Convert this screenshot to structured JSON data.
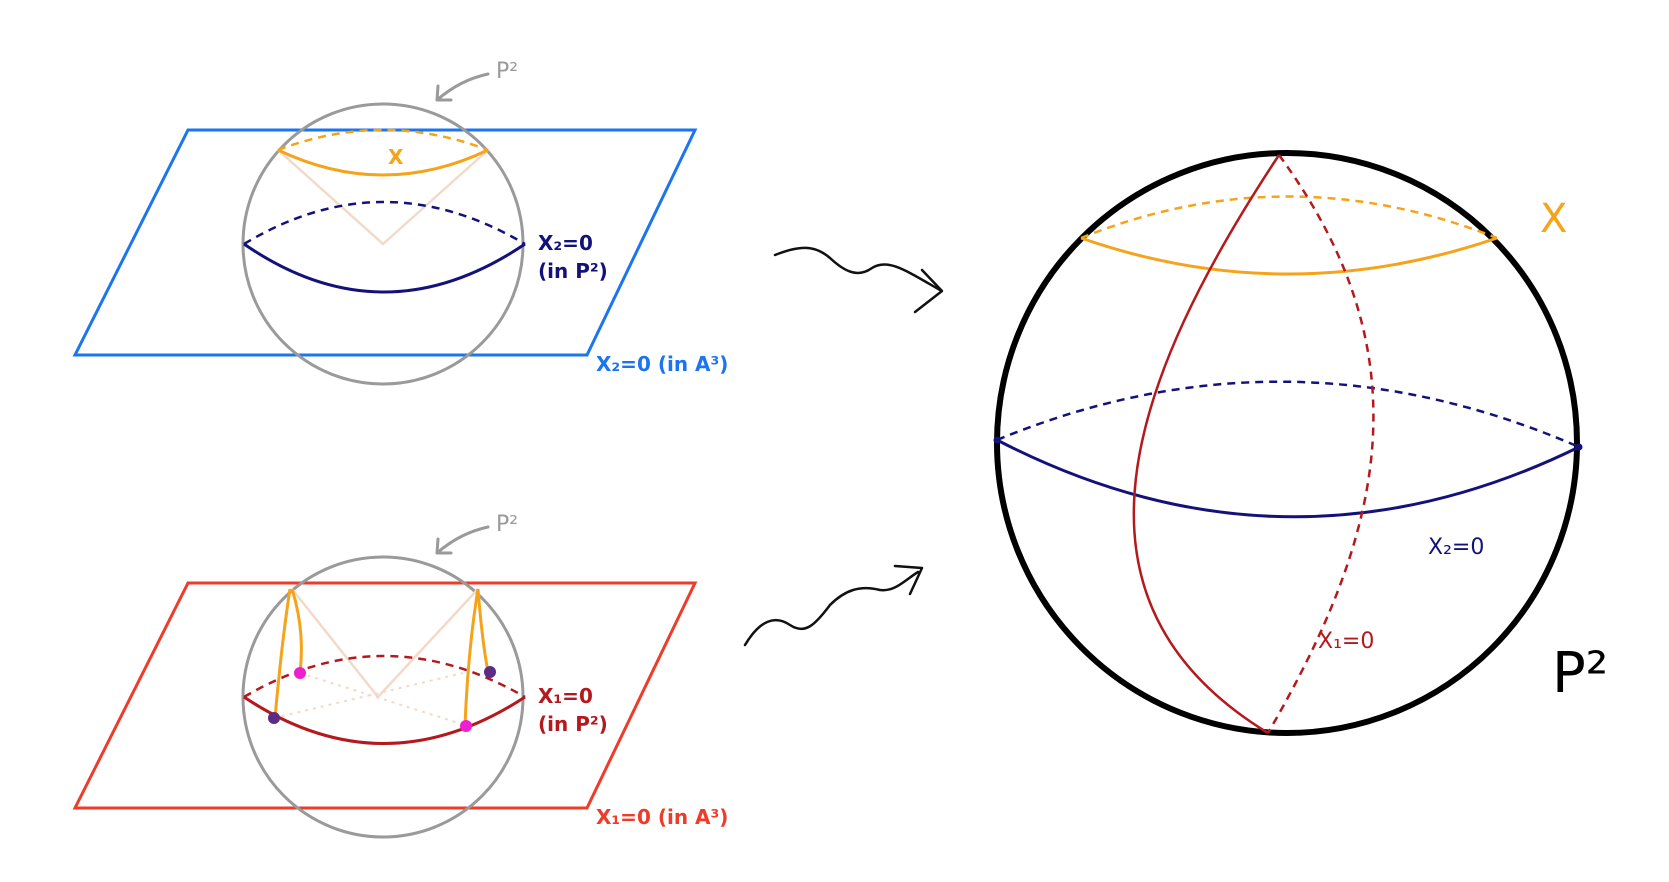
{
  "colors": {
    "plane_x2": "#1b74f0",
    "plane_x1": "#ee3b2a",
    "sphere_small": "#9a9a9a",
    "sphere_big": "#000000",
    "conic_x": "#f5a31a",
    "line_x2": "#14127a",
    "line_x1": "#b3191d",
    "cone": "#f3d9c8",
    "point_magenta": "#ee1fd0",
    "point_purple": "#5b2b86",
    "arrow": "#111111"
  },
  "top_panel": {
    "p2_label": "P²",
    "x_label": "X",
    "line_label": "X₂=0",
    "line_sublabel": "(in P²)",
    "plane_label": "X₂=0  (in A³)"
  },
  "bottom_panel": {
    "p2_label": "P²",
    "line_label": "X₁=0",
    "line_sublabel": "(in P²)",
    "plane_label": "X₁=0  (in A³)"
  },
  "main_panel": {
    "x_label": "X",
    "x2_label": "X₂=0",
    "x1_label": "X₁=0",
    "p2_label": "P²"
  }
}
